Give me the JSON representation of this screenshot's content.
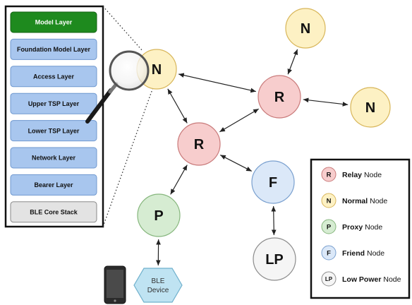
{
  "stack": {
    "layers": [
      {
        "label": "Model Layer",
        "fill": "#1e8a1e",
        "stroke": "#146314",
        "text_color": "#ffffff"
      },
      {
        "label": "Foundation Model Layer",
        "fill": "#a8c6ee",
        "stroke": "#6f98cf",
        "text_color": "#111111"
      },
      {
        "label": "Access Layer",
        "fill": "#a8c6ee",
        "stroke": "#6f98cf",
        "text_color": "#111111"
      },
      {
        "label": "Upper TSP Layer",
        "fill": "#a8c6ee",
        "stroke": "#6f98cf",
        "text_color": "#111111"
      },
      {
        "label": "Lower TSP Layer",
        "fill": "#a8c6ee",
        "stroke": "#6f98cf",
        "text_color": "#111111"
      },
      {
        "label": "Network Layer",
        "fill": "#a8c6ee",
        "stroke": "#6f98cf",
        "text_color": "#111111"
      },
      {
        "label": "Bearer Layer",
        "fill": "#a8c6ee",
        "stroke": "#6f98cf",
        "text_color": "#111111"
      },
      {
        "label": "BLE Core Stack",
        "fill": "#e3e3e3",
        "stroke": "#8a8a8a",
        "text_color": "#111111"
      }
    ]
  },
  "nodes": [
    {
      "id": "n_left",
      "type": "normal",
      "letter": "N"
    },
    {
      "id": "n_top",
      "type": "normal",
      "letter": "N"
    },
    {
      "id": "n_right",
      "type": "normal",
      "letter": "N"
    },
    {
      "id": "r_top",
      "type": "relay",
      "letter": "R"
    },
    {
      "id": "r_mid",
      "type": "relay",
      "letter": "R"
    },
    {
      "id": "f",
      "type": "friend",
      "letter": "F"
    },
    {
      "id": "lp",
      "type": "lowpower",
      "letter": "LP"
    },
    {
      "id": "p",
      "type": "proxy",
      "letter": "P"
    }
  ],
  "node_styles": {
    "relay": {
      "fill": "#f7cdcd",
      "stroke": "#c97a7a"
    },
    "normal": {
      "fill": "#fdf1c4",
      "stroke": "#d8b65a"
    },
    "proxy": {
      "fill": "#d6ecd2",
      "stroke": "#86b67d"
    },
    "friend": {
      "fill": "#dbe8f8",
      "stroke": "#7aa0cf"
    },
    "lowpower": {
      "fill": "#f5f5f5",
      "stroke": "#8c8c8c"
    }
  },
  "edges": [
    [
      "n_left",
      "r_top"
    ],
    [
      "n_left",
      "r_mid"
    ],
    [
      "r_top",
      "n_top"
    ],
    [
      "r_top",
      "n_right"
    ],
    [
      "r_top",
      "r_mid"
    ],
    [
      "r_mid",
      "f"
    ],
    [
      "r_mid",
      "p"
    ],
    [
      "f",
      "lp"
    ],
    [
      "p",
      "ble"
    ]
  ],
  "ble_device": {
    "line1": "BLE",
    "line2": "Device",
    "fill": "#bfe3f2",
    "stroke": "#6fb0cc"
  },
  "legend": [
    {
      "type": "relay",
      "letter": "R",
      "bold": "Relay",
      "rest": " Node"
    },
    {
      "type": "normal",
      "letter": "N",
      "bold": "Normal",
      "rest": " Node"
    },
    {
      "type": "proxy",
      "letter": "P",
      "bold": "Proxy",
      "rest": " Node"
    },
    {
      "type": "friend",
      "letter": "F",
      "bold": "Friend",
      "rest": " Node"
    },
    {
      "type": "lowpower",
      "letter": "LP",
      "bold": "Low Power",
      "rest": " Node"
    }
  ],
  "colors": {
    "edge": "#222222",
    "frame": "#111111",
    "magnifier_handle": "#1a1a1a",
    "phone_body": "#2b2b2b",
    "phone_screen": "#4a4a4a"
  }
}
